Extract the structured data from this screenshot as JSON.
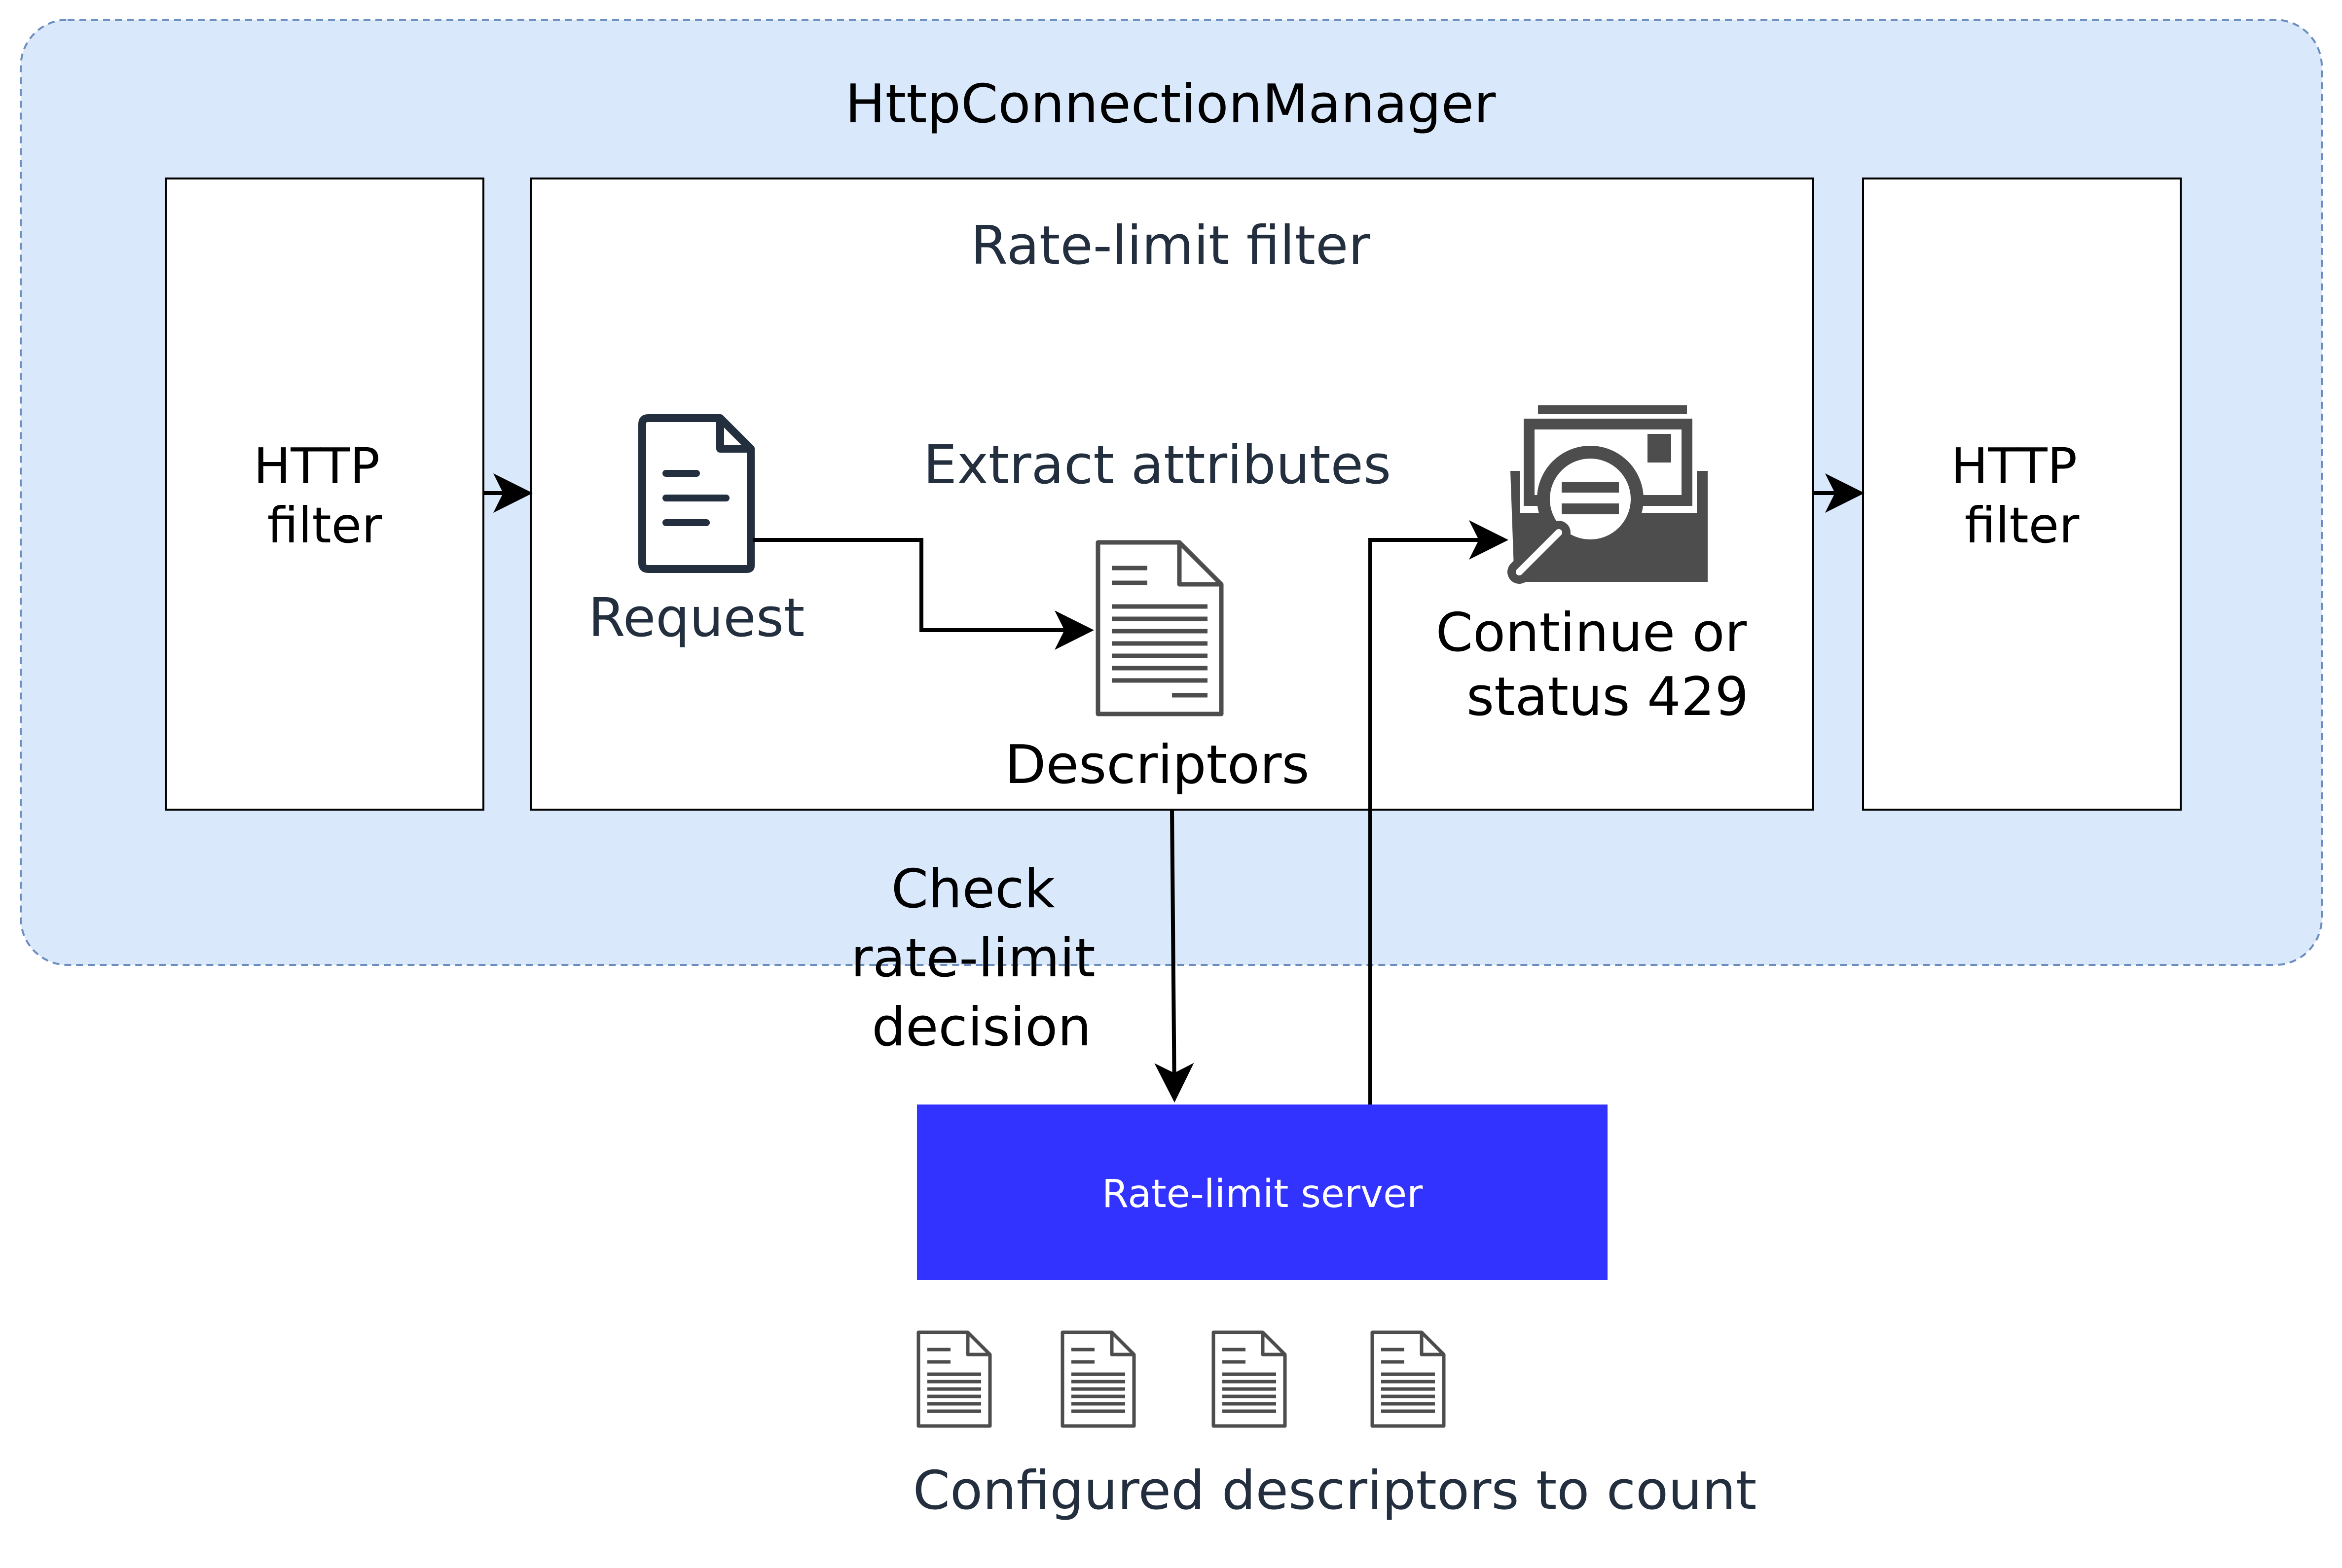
{
  "colors": {
    "container_fill": "#dae8fc",
    "container_stroke": "#6c8ebf",
    "box_stroke": "#000000",
    "server_fill": "#3333ff",
    "server_text": "#ffffff",
    "text_dark": "#232f3e",
    "icon_dark": "#232f3e",
    "icon_gray": "#4d4d4d"
  },
  "container": {
    "title": "HttpConnectionManager"
  },
  "left_filter": {
    "line1": "HTTP",
    "line2": "filter"
  },
  "right_filter": {
    "line1": "HTTP",
    "line2": "filter"
  },
  "rate_limit_filter": {
    "title": "Rate-limit filter",
    "extract_label": "Extract attributes",
    "request_label": "Request",
    "descriptors_label": "Descriptors",
    "decision_line1": "Continue or",
    "decision_line2": "status 429"
  },
  "check_label": {
    "line1": "Check",
    "line2": "rate-limit",
    "line3": "decision"
  },
  "server": {
    "label": "Rate-limit server"
  },
  "configured": {
    "label": "Configured descriptors to count",
    "icons": [
      "document-icon",
      "document-icon",
      "document-icon",
      "document-icon"
    ]
  }
}
